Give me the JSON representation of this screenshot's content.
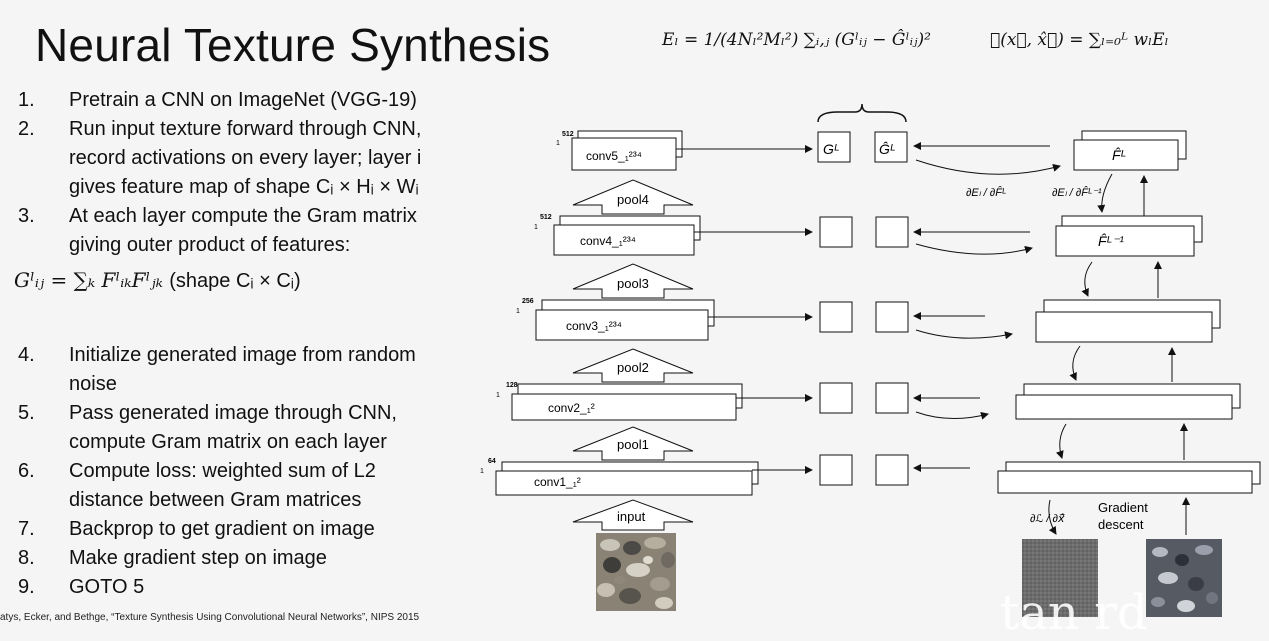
{
  "slide": {
    "title": "Neural Texture Synthesis",
    "steps": [
      {
        "num": "1.",
        "lines": [
          "Pretrain a CNN on ImageNet (VGG-19)"
        ]
      },
      {
        "num": "2.",
        "lines": [
          "Run input texture forward through CNN,",
          "record activations on every layer; layer i",
          "gives feature map of shape Cᵢ × Hᵢ × Wᵢ"
        ]
      },
      {
        "num": "3.",
        "lines": [
          "At each layer compute the Gram matrix",
          "giving outer product of features:"
        ]
      },
      {
        "num": "4.",
        "lines": [
          "Initialize generated image from random",
          "noise"
        ]
      },
      {
        "num": "5.",
        "lines": [
          "Pass generated image through CNN,",
          "compute Gram matrix on each layer"
        ]
      },
      {
        "num": "6.",
        "lines": [
          "Compute loss: weighted sum of L2",
          "distance between Gram matrices"
        ]
      },
      {
        "num": "7.",
        "lines": [
          "Backprop to get gradient on image"
        ]
      },
      {
        "num": "8.",
        "lines": [
          "Make gradient step on image"
        ]
      },
      {
        "num": "9.",
        "lines": [
          "GOTO 5"
        ]
      }
    ],
    "gram_formula": "Gˡᵢⱼ = ∑ₖ FˡᵢₖFˡⱼₖ",
    "gram_shape": "(shape Cᵢ × Cᵢ)",
    "energy_formula": "Eₗ = 1/(4Nₗ²Mₗ²) ∑ᵢ,ⱼ (Gˡᵢⱼ − Ĝˡᵢⱼ)²",
    "loss_formula": "ℒ(x⃗, x̂⃗) = ∑ₗ₌₀ᴸ wₗEₗ",
    "citation": "atys, Ecker, and Bethge, “Texture Synthesis Using Convolutional Neural Networks”, NIPS 2015",
    "watermark": "tan  rd"
  },
  "diagram": {
    "layers": [
      {
        "label": "conv5_₁²³⁴",
        "depth": "512"
      },
      {
        "label": "conv4_₁²³⁴",
        "depth": "512"
      },
      {
        "label": "conv3_₁²³⁴",
        "depth": "256"
      },
      {
        "label": "conv2_₁²",
        "depth": "128"
      },
      {
        "label": "conv1_₁²",
        "depth": "64"
      }
    ],
    "one_label": "1",
    "pools": [
      "pool4",
      "pool3",
      "pool2",
      "pool1"
    ],
    "input_label": "input",
    "gram_top": "Gᴸ",
    "gram_hat_top": "Ĝᴸ",
    "f_hat_L": "F̂ᴸ",
    "f_hat_L1": "F̂ᴸ⁻¹",
    "dE_dF": "∂Eₗ / ∂F̂ᴸ",
    "dE_dF1": "∂Eₗ / ∂F̂ᴸ⁻¹",
    "dL_dx": "∂ℒ / ∂x̂⃗",
    "gradient_descent": [
      "Gradient",
      "descent"
    ]
  }
}
